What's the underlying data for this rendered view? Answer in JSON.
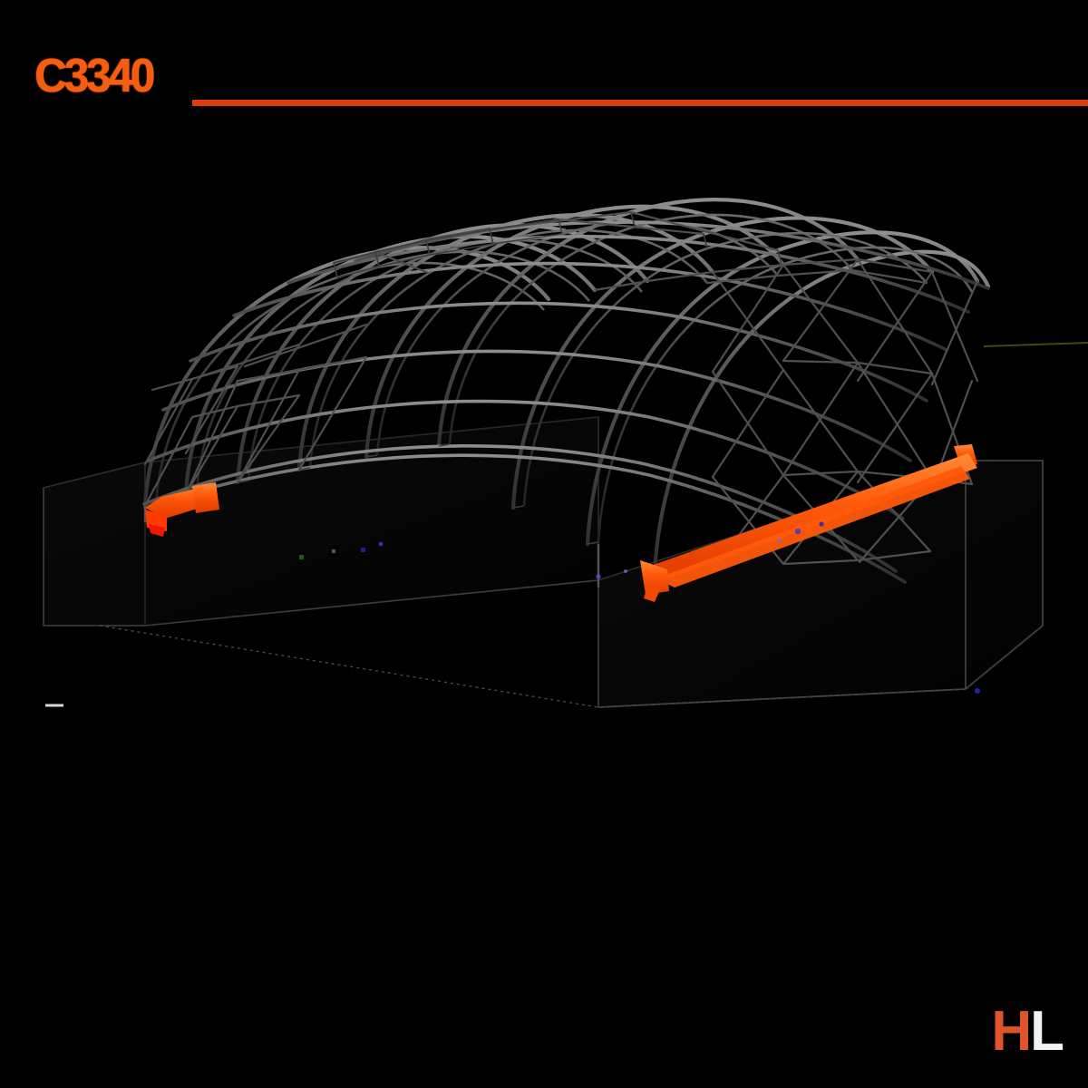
{
  "header": {
    "title_code": "C3340",
    "rule_color": "#DB3F08",
    "title_color": "#F75D11"
  },
  "footer": {
    "logo_h": "H",
    "logo_l": "L",
    "logo_h_color": "#E0542A",
    "logo_l_color": "#F2F2F2"
  },
  "scene": {
    "background_color": "#000000",
    "model_name": "arched-gridshell-truss",
    "view": "3d-perspective",
    "member_color": "#4a4a4a",
    "member_highlight_color": "#b8b8b8",
    "highlight_beam_color": "#FF5A0A",
    "foundation_color": "#050505",
    "foundation_edge_color": "#2a2a2a",
    "arch_count": 9,
    "purlin_count": 8,
    "bracing": "diagonal-cross"
  }
}
